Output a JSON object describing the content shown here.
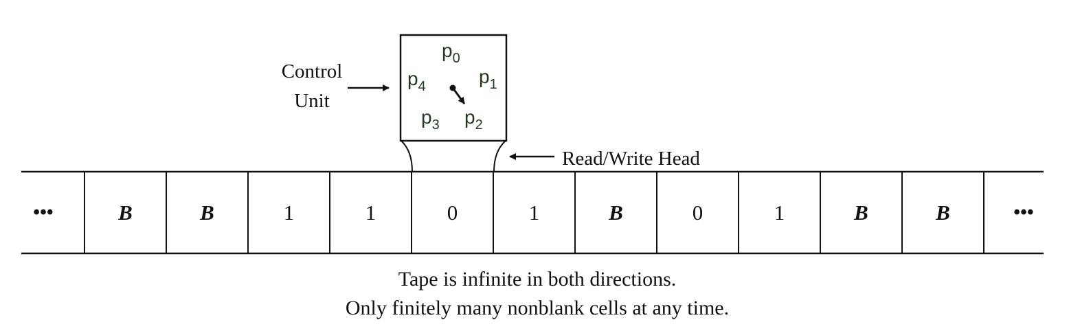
{
  "control_unit": {
    "label_line1": "Control",
    "label_line2": "Unit",
    "states": [
      {
        "base": "p",
        "sub": "0"
      },
      {
        "base": "p",
        "sub": "1"
      },
      {
        "base": "p",
        "sub": "2"
      },
      {
        "base": "p",
        "sub": "3"
      },
      {
        "base": "p",
        "sub": "4"
      }
    ]
  },
  "head": {
    "label": "Read/Write Head"
  },
  "tape": {
    "left_ellipsis": "•••",
    "right_ellipsis": "•••",
    "cells": [
      "B",
      "B",
      "1",
      "1",
      "0",
      "1",
      "B",
      "0",
      "1",
      "B",
      "B"
    ]
  },
  "caption": {
    "line1": "Tape is infinite in both directions.",
    "line2": "Only finitely many nonblank cells at any time."
  },
  "colors": {
    "ink": "#111111",
    "state_text": "#1f3a1f"
  }
}
